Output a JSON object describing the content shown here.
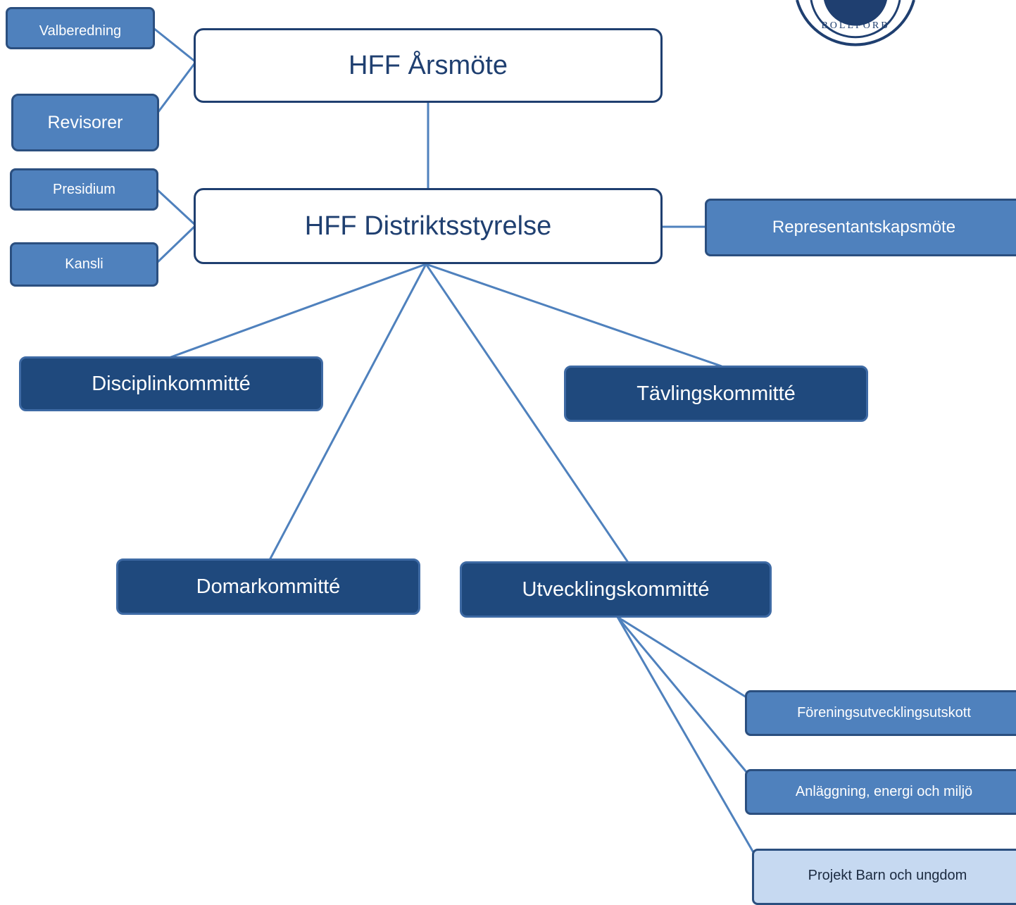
{
  "diagram": {
    "nodes": {
      "arsmote": "HFF Årsmöte",
      "valberedning": "Valberedning",
      "revisorer": "Revisorer",
      "styrelse": "HFF Distriktsstyrelse",
      "presidium": "Presidium",
      "kansli": "Kansli",
      "representantskap": "Representantskapsmöte",
      "disciplin": "Disciplinkommitté",
      "tavling": "Tävlingskommitté",
      "domar": "Domarkommitté",
      "utveckling": "Utvecklingskommitté",
      "forening": "Föreningsutvecklingsutskott",
      "anlaggning": "Anläggning, energi och miljö",
      "projekt": "Projekt Barn och ungdom"
    },
    "seal_text": "BOLLFÖRB"
  },
  "colors": {
    "main_text": "#1f3f70",
    "medium_fill": "#4f81bd",
    "dark_fill": "#1f497d",
    "light_fill": "#c6d9f1",
    "connector": "#4f81bd"
  }
}
